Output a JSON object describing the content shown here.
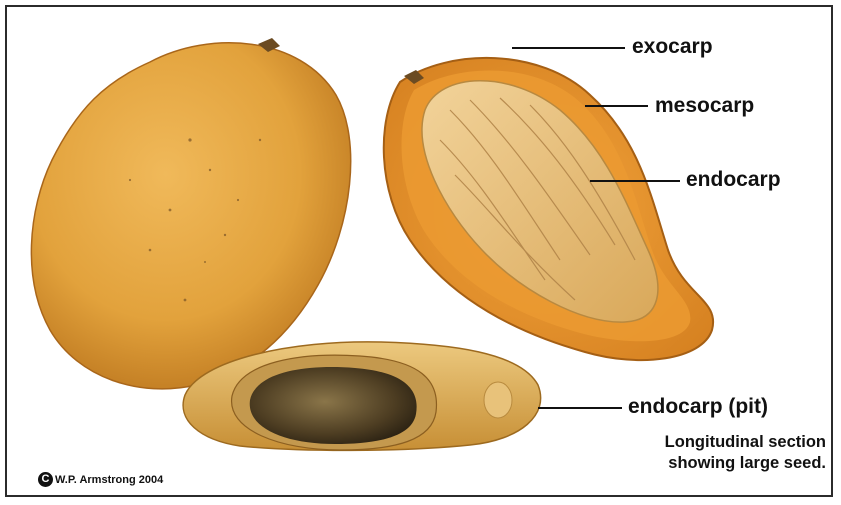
{
  "labels": {
    "exocarp": "exocarp",
    "mesocarp": "mesocarp",
    "endocarp": "endocarp",
    "endocarp_pit": "endocarp (pit)"
  },
  "caption": {
    "line1": "Longitudinal section",
    "line2": "showing large seed."
  },
  "credit": {
    "symbol": "C",
    "text": "W.P. Armstrong 2004"
  },
  "colors": {
    "skin": "#e0a13e",
    "skin_dark": "#c27c1e",
    "flesh": "#e9952c",
    "pit": "#e6c07a",
    "seed": "#5b4a2a"
  }
}
